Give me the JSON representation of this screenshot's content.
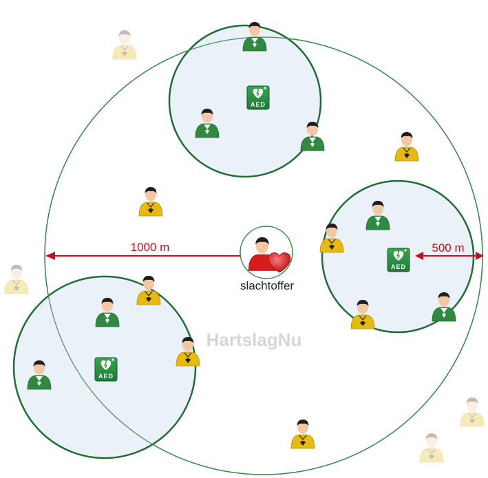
{
  "distance_large": "1000 m",
  "distance_small": "500 m",
  "victim_label": "slachtoffer",
  "watermark": "HartslagNu",
  "aed_text": "AED",
  "colors": {
    "big_circle": "#3a8a4a",
    "zone_circle": "#1e6e32",
    "zone_fill": "#e6eff7",
    "arrow": "#c8101a",
    "green_shirt": "#2f8a3f",
    "yellow_shirt": "#e8b90f",
    "victim_shirt": "#d81c1c"
  }
}
